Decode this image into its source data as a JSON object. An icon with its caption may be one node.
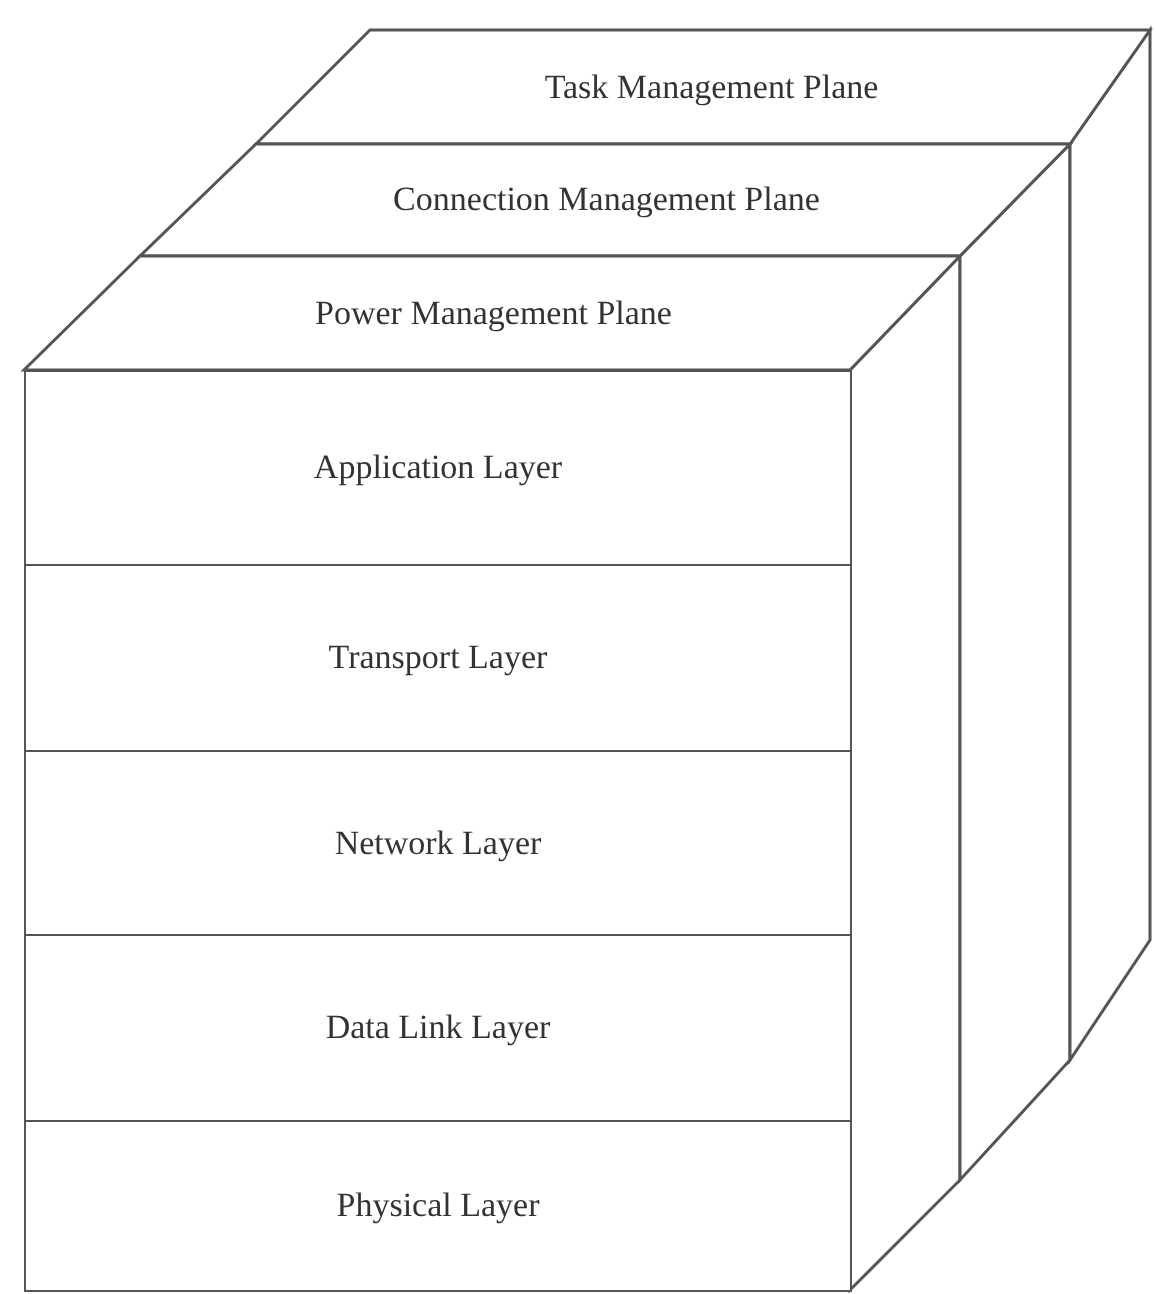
{
  "diagram": {
    "nodes": [
      {
        "text": [
          "Task Management Plane"
        ]
      },
      {
        "text": [
          "Connection Management Plane"
        ]
      },
      {
        "text": [
          "Power Management Plane"
        ]
      },
      {
        "text": [
          "Application Layer"
        ]
      },
      {
        "text": [
          "Transport Layer"
        ]
      },
      {
        "text": [
          "Network Layer"
        ]
      },
      {
        "text": [
          "Data Link Layer"
        ]
      },
      {
        "text": [
          "Physical Layer"
        ]
      }
    ]
  }
}
